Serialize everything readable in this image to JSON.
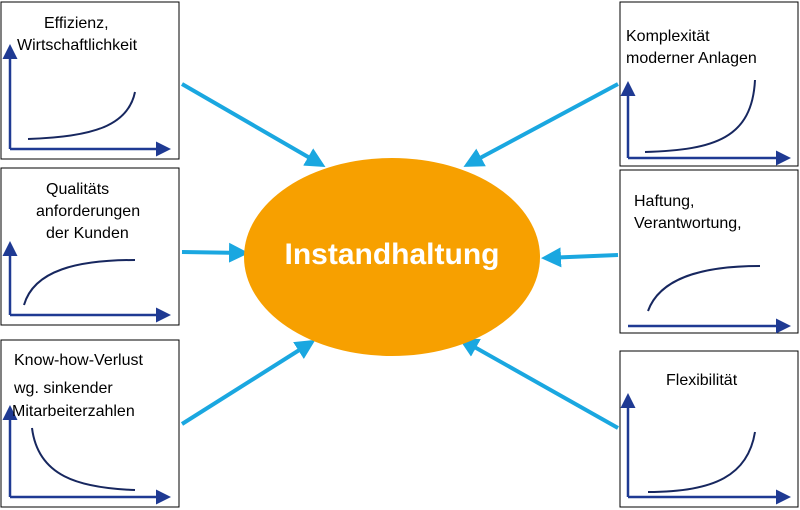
{
  "center": {
    "label": "Instandhaltung"
  },
  "boxes": {
    "effizienz": {
      "lines": [
        "Effizienz,",
        "Wirtschaftlichkeit"
      ]
    },
    "qualitaet": {
      "lines": [
        "Qualitäts",
        "anforderungen",
        "der Kunden"
      ]
    },
    "knowhow": {
      "lines": [
        "Know-how-Verlust",
        "wg. sinkender",
        "Mitarbeiterzahlen"
      ]
    },
    "komplexitaet": {
      "lines": [
        "Komplexität",
        "moderner Anlagen"
      ]
    },
    "haftung": {
      "lines": [
        "Haftung,",
        "Verantwortung,"
      ]
    },
    "flexibilitaet": {
      "lines": [
        "Flexibilität"
      ]
    }
  },
  "colors": {
    "arrow": "#1aa7e0",
    "ellipse": "#f7a000",
    "axis": "#1f3a93",
    "curve": "#17275f",
    "box_border": "#000000"
  }
}
